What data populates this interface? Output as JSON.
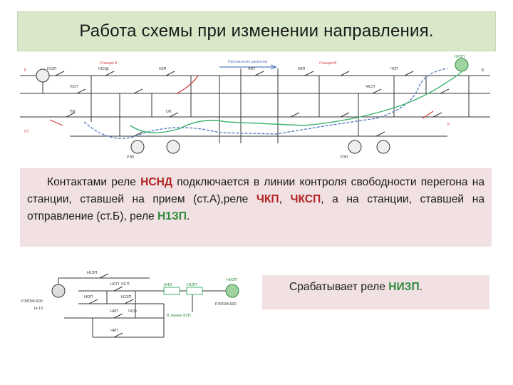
{
  "slide": {
    "title": "Работа схемы при изменении направления."
  },
  "top_diagram": {
    "station_a_label": "Станция А",
    "station_b_label": "Станция Б",
    "direction_label": "Направление движения",
    "labels": [
      "Н1ЗП",
      "НСНД",
      "НЗП",
      "ЧКП",
      "НКП",
      "ЧСП",
      "НСП",
      "ЧКСП",
      "ПИ",
      "ОП",
      "НИЗП",
      "РЭЛ",
      "Б",
      "ОТ",
      "К"
    ]
  },
  "paragraph": {
    "p1": "Контактами реле ",
    "r1": "НСНД",
    "p2": " подключается в линии контроля свободности перегона на станции, ставшей на прием (ст.А),реле ",
    "r2": "ЧКП",
    "p3": ", ",
    "r3": "ЧКСП",
    "p4": ", а на станции, ставшей на отправление (ст.Б), реле ",
    "r4": "Н1ЗП",
    "p5": "."
  },
  "bottom_diagram": {
    "labels": [
      "Н1ЗП",
      "НСП",
      "ЧСП",
      "НОП",
      "Н1ЗП",
      "НКП",
      "ЧСО",
      "ЧКП",
      "КНО",
      "Н1ЗП",
      "НИЗП",
      "РЭЛ1М-600",
      "РЭЛ1М-600",
      "В линию КЗП",
      "Н-13"
    ]
  },
  "side_note": {
    "prefix": "Срабатывает реле ",
    "relay": "НИЗП",
    "suffix": "."
  },
  "colors": {
    "title_bg": "#d8e8c8",
    "text_bg": "#f1e1e3",
    "relay_green": "#2e8b3e",
    "relay_red": "#b22222",
    "wire_green": "#3cb371",
    "wire_blue": "#5b7fbf",
    "wire_red": "#d23b3b"
  }
}
